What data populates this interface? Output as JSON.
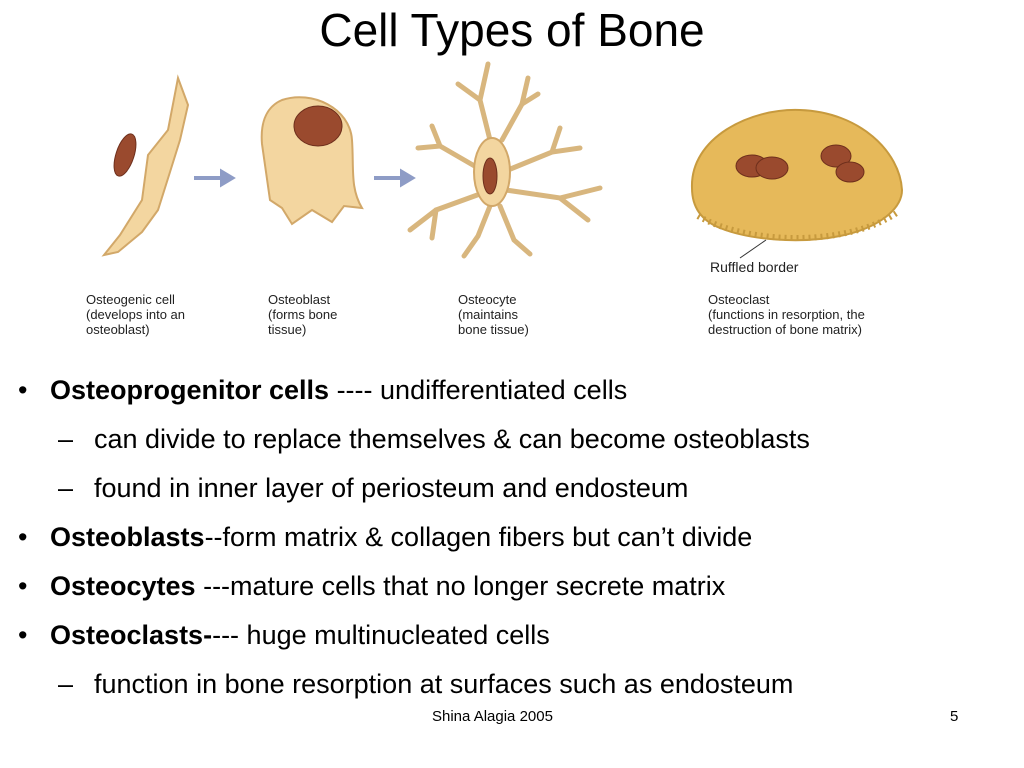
{
  "slide": {
    "title": "Cell Types of Bone",
    "footer_text": "Shina Alagia 2005",
    "page_number": "5"
  },
  "figure": {
    "cells": [
      {
        "caption": "Osteogenic cell\n(develops into an\nosteoblast)"
      },
      {
        "caption": "Osteoblast\n(forms bone\ntissue)"
      },
      {
        "caption": "Osteocyte\n(maintains\nbone tissue)"
      },
      {
        "caption": "Osteoclast\n(functions in resorption, the\ndestruction of bone matrix)"
      }
    ],
    "pointer_label": "Ruffled border",
    "colors": {
      "cell_fill": "#f3d6a0",
      "cell_stroke": "#d2a869",
      "nucleus": "#9a4a2e",
      "arrow": "#8e9cc6",
      "osteoclast_fill": "#e6b95a"
    }
  },
  "bullets": [
    {
      "marker": "•",
      "bold": "Osteoprogenitor cells",
      "text": " ---- undifferentiated cells"
    },
    {
      "marker": "–",
      "bold": "",
      "text": "can divide to replace themselves & can become osteoblasts"
    },
    {
      "marker": "–",
      "bold": "",
      "text": "found in inner layer of periosteum and endosteum"
    },
    {
      "marker": "•",
      "bold": "Osteoblasts",
      "text": "--form matrix & collagen fibers but can’t divide"
    },
    {
      "marker": "•",
      "bold": "Osteocytes",
      "text": " ---mature cells that no longer secrete matrix"
    },
    {
      "marker": "•",
      "bold": "Osteoclasts-",
      "text": "--- huge multinucleated cells"
    },
    {
      "marker": "–",
      "bold": "",
      "text": "function in bone resorption at surfaces such as endosteum"
    }
  ]
}
